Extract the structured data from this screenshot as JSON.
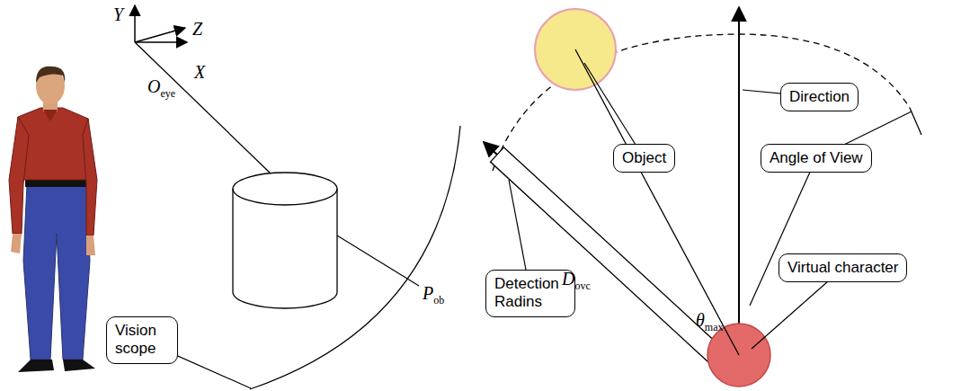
{
  "diagram": {
    "nodes": [
      {
        "text": [
          "Vision scope"
        ]
      },
      {
        "text": [
          "Object"
        ]
      },
      {
        "text": [
          "Direction"
        ]
      },
      {
        "text": [
          "Angle of View"
        ]
      },
      {
        "text": [
          "Virtual character"
        ]
      },
      {
        "text": [
          "Detection Radins"
        ]
      }
    ],
    "edges": [],
    "labels": [
      "Y",
      "Z",
      "X",
      "Oeye",
      "Pob",
      "Dovc",
      "θmax"
    ]
  }
}
